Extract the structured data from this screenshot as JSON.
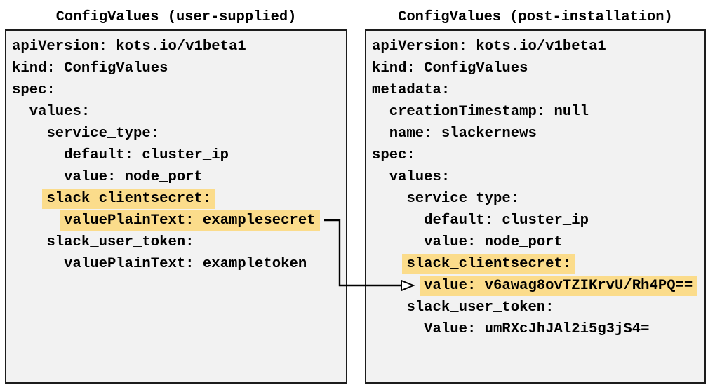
{
  "panels": [
    {
      "id": "user-supplied",
      "title": "ConfigValues (user-supplied)",
      "lines": [
        {
          "indent": 0,
          "text": "apiVersion: kots.io/v1beta1",
          "highlight": false
        },
        {
          "indent": 0,
          "text": "kind: ConfigValues",
          "highlight": false
        },
        {
          "indent": 0,
          "text": "spec:",
          "highlight": false
        },
        {
          "indent": 2,
          "text": "values:",
          "highlight": false
        },
        {
          "indent": 4,
          "text": "service_type:",
          "highlight": false
        },
        {
          "indent": 6,
          "text": "default: cluster_ip",
          "highlight": false
        },
        {
          "indent": 6,
          "text": "value: node_port",
          "highlight": false
        },
        {
          "indent": 4,
          "text": "slack_clientsecret:",
          "highlight": true
        },
        {
          "indent": 6,
          "text": "valuePlainText: examplesecret",
          "highlight": true
        },
        {
          "indent": 4,
          "text": "slack_user_token:",
          "highlight": false
        },
        {
          "indent": 6,
          "text": "valuePlainText: exampletoken",
          "highlight": false
        }
      ]
    },
    {
      "id": "post-installation",
      "title": "ConfigValues (post-installation)",
      "lines": [
        {
          "indent": 0,
          "text": "apiVersion: kots.io/v1beta1",
          "highlight": false
        },
        {
          "indent": 0,
          "text": "kind: ConfigValues",
          "highlight": false
        },
        {
          "indent": 0,
          "text": "metadata:",
          "highlight": false
        },
        {
          "indent": 2,
          "text": "creationTimestamp: null",
          "highlight": false
        },
        {
          "indent": 2,
          "text": "name: slackernews",
          "highlight": false
        },
        {
          "indent": 0,
          "text": "spec:",
          "highlight": false
        },
        {
          "indent": 2,
          "text": "values:",
          "highlight": false
        },
        {
          "indent": 4,
          "text": "service_type:",
          "highlight": false
        },
        {
          "indent": 6,
          "text": "default: cluster_ip",
          "highlight": false
        },
        {
          "indent": 6,
          "text": "value: node_port",
          "highlight": false
        },
        {
          "indent": 4,
          "text": "slack_clientsecret:",
          "highlight": true
        },
        {
          "indent": 6,
          "text": "value: v6awag8ovTZIKrvU/Rh4PQ==",
          "highlight": true
        },
        {
          "indent": 4,
          "text": "slack_user_token:",
          "highlight": false
        },
        {
          "indent": 6,
          "text": "Value: umRXcJhJAl2i5g3jS4=",
          "highlight": false
        }
      ]
    }
  ],
  "arrow": {
    "from": "valuePlainText: examplesecret",
    "to": "value: v6awag8ovTZIKrvU/Rh4PQ=="
  },
  "colors": {
    "highlight": "#fbdc8b",
    "panel_background": "#f2f2f2",
    "panel_border": "#1c1c1c",
    "text": "#000000",
    "arrow": "#000000"
  }
}
